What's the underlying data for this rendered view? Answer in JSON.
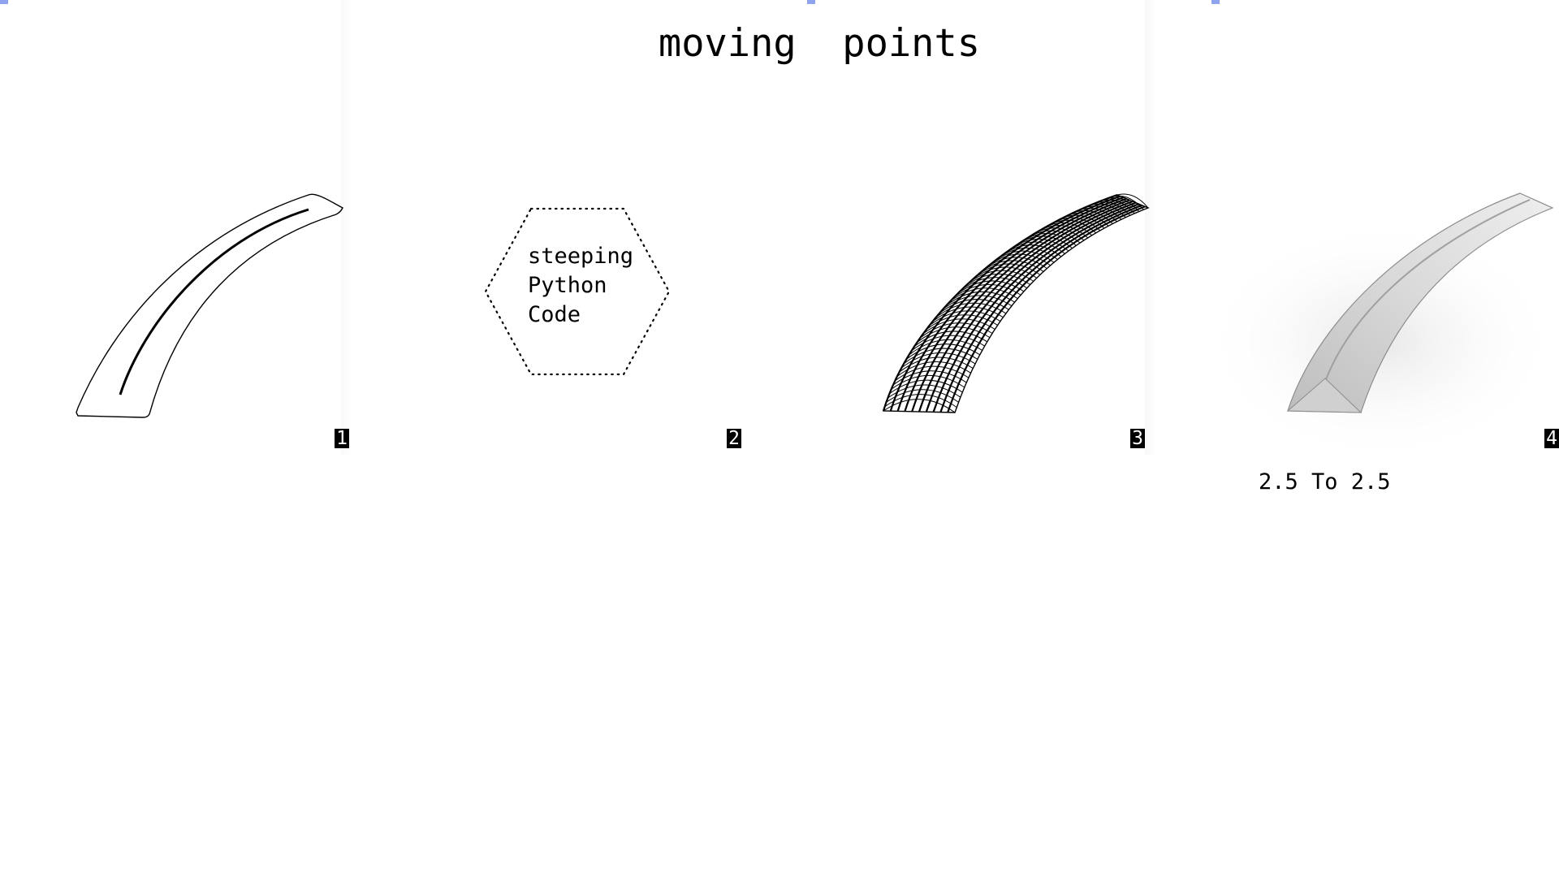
{
  "title": "moving  points",
  "panels": [
    {
      "badge": "1"
    },
    {
      "badge": "2"
    },
    {
      "badge": "3"
    },
    {
      "badge": "4"
    }
  ],
  "hexagon": {
    "lines": [
      "steeping",
      "Python",
      "Code"
    ]
  },
  "caption": "2.5 To 2.5",
  "colors": {
    "marker": "#8fa3ee",
    "ink": "#000000",
    "shaded_form": "#9a9a9a"
  }
}
